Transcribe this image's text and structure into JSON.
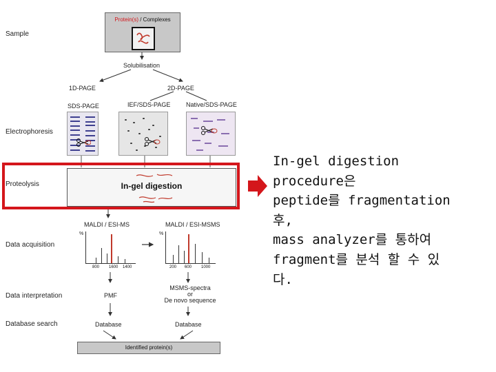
{
  "row_labels": {
    "sample": "Sample",
    "electrophoresis": "Electrophoresis",
    "proteolysis": "Proteolysis",
    "data_acquisition": "Data acquisition",
    "data_interpretation": "Data interpretation",
    "database_search": "Database search"
  },
  "sample_box": {
    "title_red": "Protein(s)",
    "title_rest": " / Complexes"
  },
  "solubilisation": "Solubilisation",
  "branches": {
    "left_top": "1D-PAGE",
    "left_sub": "SDS-PAGE",
    "right_top": "2D-PAGE",
    "mid_sub": "IEF/SDS-PAGE",
    "right_sub": "Native/SDS-PAGE"
  },
  "proteolysis_box": "In-gel digestion",
  "acquisition": {
    "left_title": "MALDI / ESI-MS",
    "right_title": "MALDI / ESI-MSMS",
    "left_ticks": [
      "800",
      "1600",
      "1400"
    ],
    "right_ticks": [
      "200",
      "600",
      "1000"
    ],
    "percent": "%"
  },
  "interpretation": {
    "left": "PMF",
    "right_1": "MSMS-spectra",
    "right_2": "or",
    "right_3": "De novo sequence"
  },
  "database": {
    "left": "Database",
    "right": "Database"
  },
  "identified": "Identified protein(s)",
  "side_note": "In-gel digestion\nprocedure은\npeptide를 fragmentation\n후,\nmass analyzer를 통하여\nfragment를 분석 할 수 있\n다.",
  "colors": {
    "highlight": "#d4161b",
    "band": "#3e3f8f",
    "peak": "#c0392b"
  }
}
